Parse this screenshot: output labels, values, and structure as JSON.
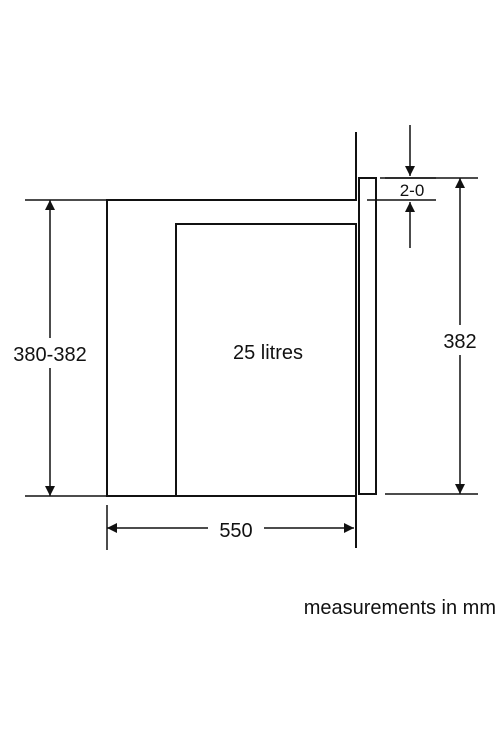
{
  "diagram": {
    "capacity_label": "25 litres",
    "overall_height_label": "380-382",
    "front_height_label": "382",
    "depth_label": "550",
    "gap_label": "2-0",
    "units_note": "measurements in mm"
  },
  "colors": {
    "line": "#111111",
    "background": "#ffffff"
  }
}
